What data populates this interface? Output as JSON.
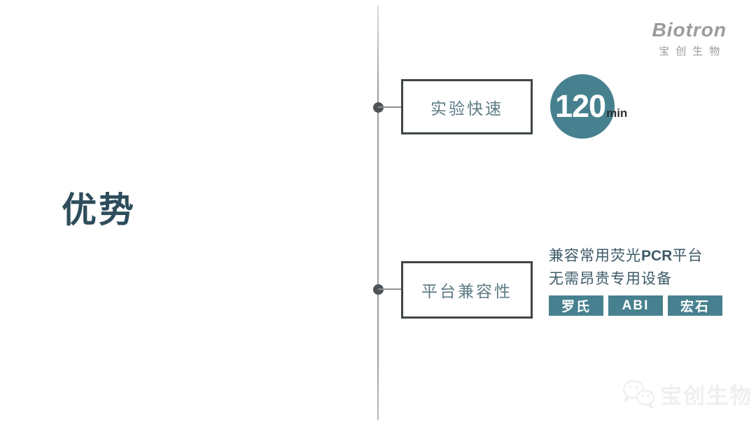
{
  "page": {
    "title": "优势"
  },
  "logo": {
    "brand": "Biotron",
    "brand_zh": "宝创生物"
  },
  "nodes": [
    {
      "label": "实验快速"
    },
    {
      "label": "平台兼容性"
    }
  ],
  "speed_badge": {
    "value": "120",
    "unit": "min"
  },
  "compatibility": {
    "line1_prefix": "兼容常用荧光",
    "line1_bold": "PCR",
    "line1_suffix": "平台",
    "line2": "无需昂贵专用设备",
    "platforms": [
      "罗氏",
      "ABI",
      "宏石"
    ]
  },
  "watermark": {
    "text": "宝创生物"
  },
  "colors": {
    "teal": "#47818F",
    "title_teal": "#2E4D5C",
    "detail_text": "#3D5A68",
    "box_text": "#5E7B84",
    "box_border": "#3F4547",
    "logo_gray": "#9B9B9B",
    "unit_dark": "#2C3136"
  }
}
